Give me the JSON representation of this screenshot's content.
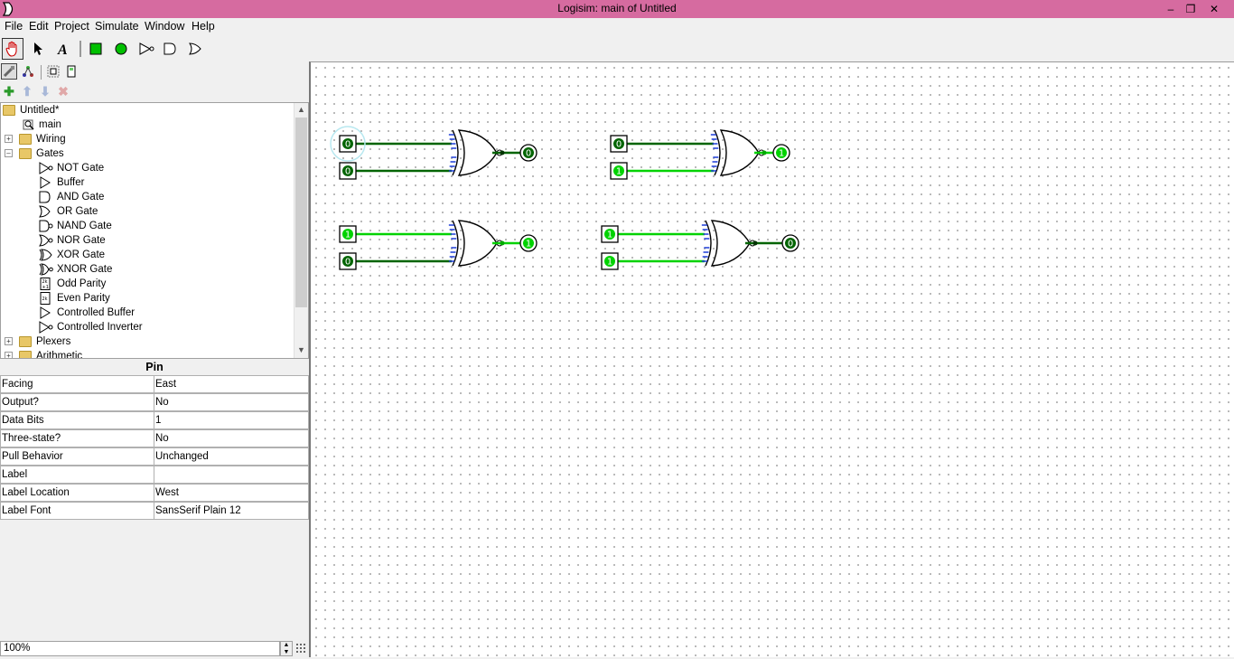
{
  "window": {
    "title": "Logisim: main of Untitled"
  },
  "menu": [
    "File",
    "Edit",
    "Project",
    "Simulate",
    "Window",
    "Help"
  ],
  "explorer": {
    "project": "Untitled*",
    "circuit": "main",
    "folders": {
      "wiring": "Wiring",
      "gates": "Gates",
      "plexers": "Plexers",
      "arithmetic": "Arithmetic"
    },
    "gates": [
      "NOT Gate",
      "Buffer",
      "AND Gate",
      "OR Gate",
      "NAND Gate",
      "NOR Gate",
      "XOR Gate",
      "XNOR Gate",
      "Odd Parity",
      "Even Parity",
      "Controlled Buffer",
      "Controlled Inverter"
    ]
  },
  "attributes": {
    "title": "Pin",
    "rows": [
      {
        "name": "Facing",
        "value": "East"
      },
      {
        "name": "Output?",
        "value": "No"
      },
      {
        "name": "Data Bits",
        "value": "1"
      },
      {
        "name": "Three-state?",
        "value": "No"
      },
      {
        "name": "Pull Behavior",
        "value": "Unchanged"
      },
      {
        "name": "Label",
        "value": ""
      },
      {
        "name": "Label Location",
        "value": "West"
      },
      {
        "name": "Label Font",
        "value": "SansSerif Plain 12"
      }
    ]
  },
  "zoom": "100%",
  "circuit": {
    "gate_type": "XNOR",
    "rows": [
      {
        "a": "0",
        "b": "0",
        "out": "0"
      },
      {
        "a": "0",
        "b": "1",
        "out": "1"
      },
      {
        "a": "1",
        "b": "0",
        "out": "1"
      },
      {
        "a": "1",
        "b": "1",
        "out": "0"
      }
    ]
  },
  "colors": {
    "titlebar": "#d66ba0",
    "wire_low": "#006400",
    "wire_high": "#00d200",
    "pin_high": "#00d200"
  }
}
